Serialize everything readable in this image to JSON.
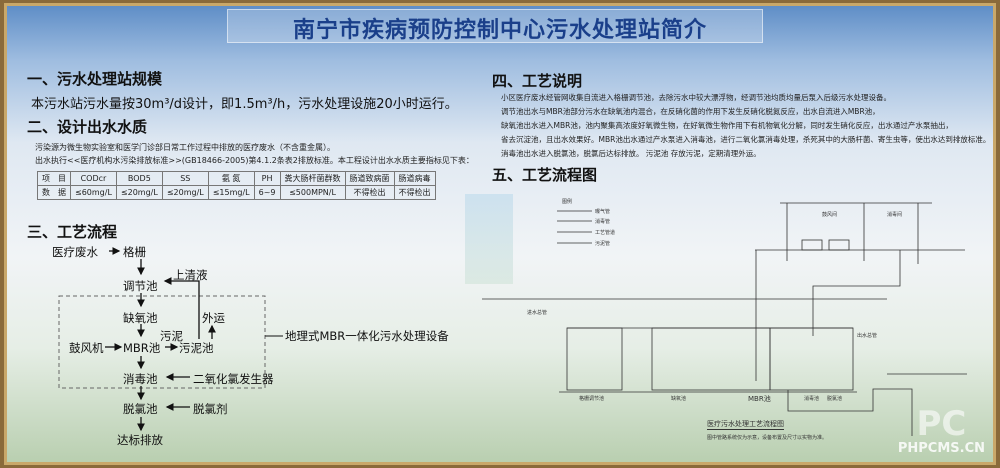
{
  "title": "南宁市疾病预防控制中心污水处理站简介",
  "s1": {
    "heading": "一、污水处理站规模",
    "text": "本污水站污水量按30m³/d设计，即1.5m³/h，污水处理设施20小时运行。"
  },
  "s2": {
    "heading": "二、设计出水水质",
    "line1": "污染源为微生物实验室和医学门诊部日常工作过程中排放的医疗废水（不含重金属）。",
    "line2": "出水执行<<医疗机构水污染排放标准>>(GB18466-2005)第4.1.2条表2排放标准。本工程设计出水水质主要指标见下表：",
    "table": {
      "header": [
        "项　目",
        "CODcr",
        "BOD5",
        "SS",
        "氨 氮",
        "PH",
        "粪大肠杆菌群数",
        "肠道致病菌",
        "肠道病毒"
      ],
      "row": [
        "数　据",
        "≤60mg/L",
        "≤20mg/L",
        "≤20mg/L",
        "≤15mg/L",
        "6~9",
        "≤500MPN/L",
        "不得检出",
        "不得检出"
      ]
    }
  },
  "s3": {
    "heading": "三、工艺流程",
    "nodes": {
      "source": "医疗废水",
      "grille": "格栅",
      "regulating": "调节池",
      "supernatant": "上清液",
      "anoxic": "缺氧池",
      "transport": "外运",
      "blower": "鼓风机",
      "mbr": "MBR池",
      "sludge": "污泥",
      "sludge_tank": "污泥池",
      "disinfection": "消毒池",
      "clo2": "二氧化氯发生器",
      "dechlor": "脱氯池",
      "dechlor_agent": "脱氯剂",
      "discharge": "达标排放"
    },
    "equipment_label": "地理式MBR一体化污水处理设备"
  },
  "s4": {
    "heading": "四、工艺说明",
    "lines": [
      "小区医疗废水经管网收集自流进入格栅调节池，去除污水中较大漂浮物，经调节池均质均量后泵入后级污水处理设备。",
      "调节池出水与MBR池部分污水在缺氧池内混合，在反硝化菌的作用下发生反硝化脱氮反应，出水自流进入MBR池，",
      "缺氧池出水进入MBR池，池内聚集高浓度好氧微生物，在好氧微生物作用下有机物氧化分解，同时发生硝化反应，出水通过产水泵抽出，",
      "省去沉淀池，且出水效果好。MBR池出水通过产水泵进入消毒池，进行二氧化氯消毒处理，杀死其中的大肠杆菌、寄生虫等，使出水达到排放标准。",
      "消毒池出水进入脱氯池，脱氯后达标排放。 污泥池 存放污泥，定期清理外运。"
    ]
  },
  "s5": {
    "heading": "五、工艺流程图",
    "legend_title": "图例",
    "legend": [
      "曝气管",
      "消毒管",
      "工艺管道",
      "污泥管"
    ],
    "rooms": [
      "鼓风间",
      "消毒间"
    ],
    "inlet": "进水总管",
    "outlet": "出水总管",
    "tanks": [
      "格栅调节池",
      "缺氧池",
      "MBR池",
      "消毒池",
      "脱氯池"
    ],
    "caption": "医疗污水处理工艺流程图",
    "note": "图中管路系统仅为示意，设备布置及尺寸以实物为准。"
  },
  "watermark": {
    "logo": "PC",
    "text": "PHPCMS.CN"
  }
}
